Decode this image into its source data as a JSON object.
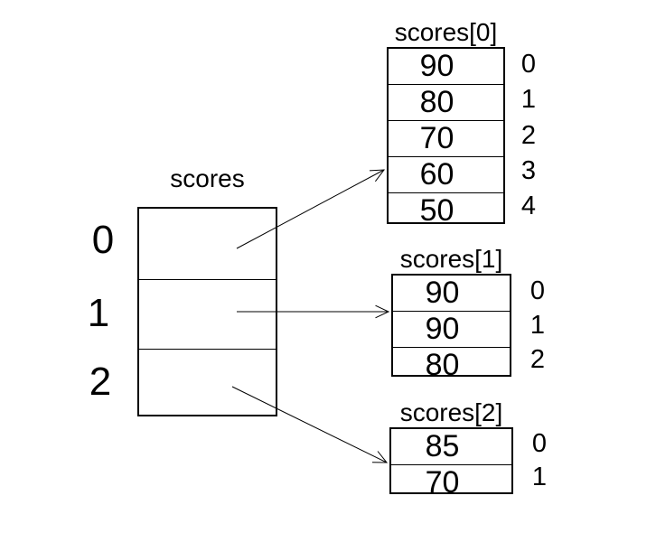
{
  "diagram": {
    "type": "jagged-array",
    "main_array": {
      "title": "scores",
      "indices": [
        "0",
        "1",
        "2"
      ]
    },
    "sub_arrays": [
      {
        "title": "scores[0]",
        "values": [
          "90",
          "80",
          "70",
          "60",
          "50"
        ],
        "indices": [
          "0",
          "1",
          "2",
          "3",
          "4"
        ]
      },
      {
        "title": "scores[1]",
        "values": [
          "90",
          "90",
          "80"
        ],
        "indices": [
          "0",
          "1",
          "2"
        ]
      },
      {
        "title": "scores[2]",
        "values": [
          "85",
          "70"
        ],
        "indices": [
          "0",
          "1"
        ]
      }
    ],
    "colors": {
      "line": "#000000",
      "text": "#000000",
      "background": "#ffffff"
    }
  }
}
